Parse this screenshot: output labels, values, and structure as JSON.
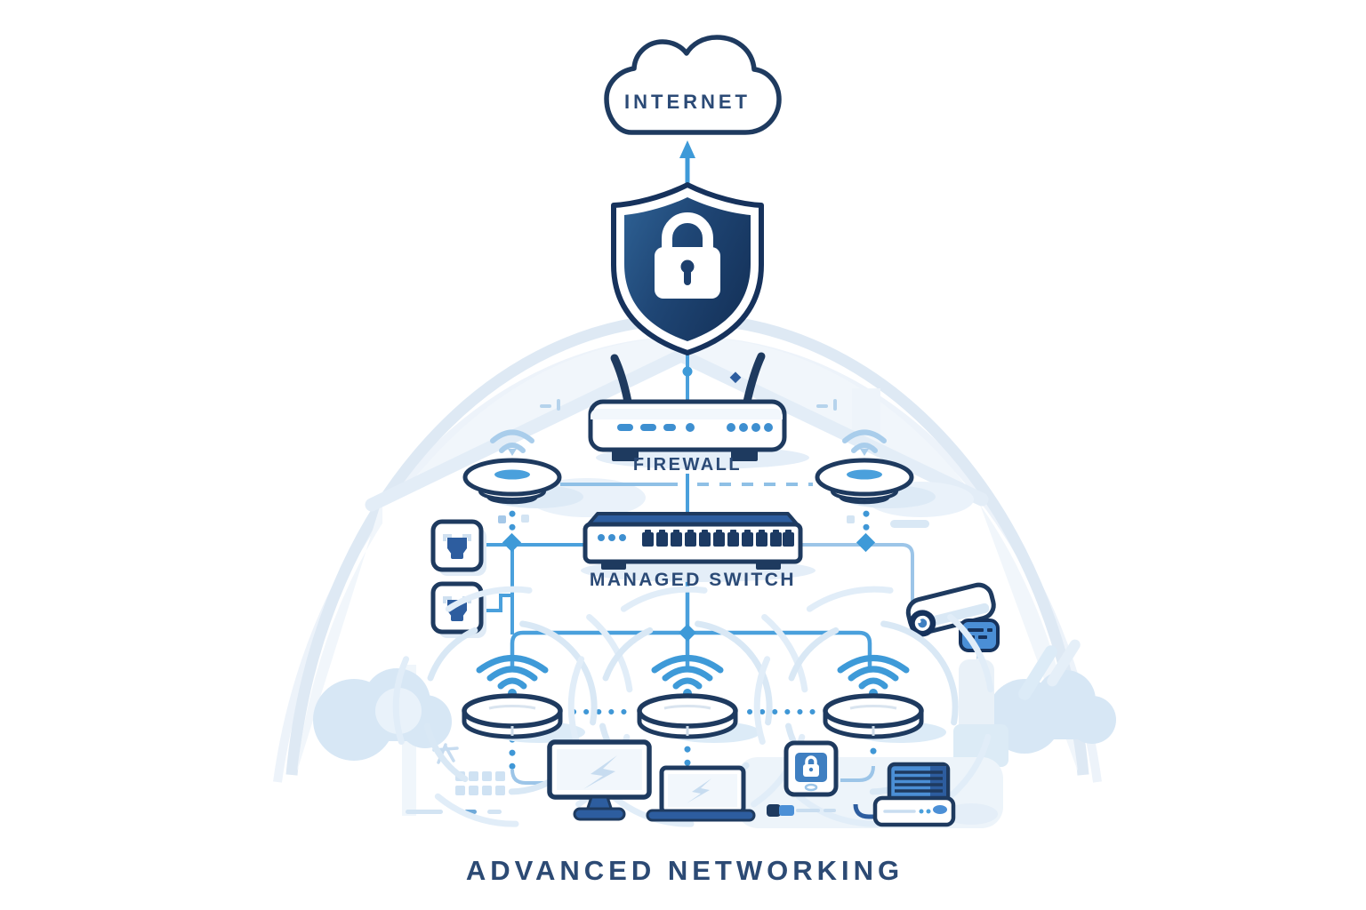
{
  "title": "ADVANCED NETWORKING",
  "diagram": {
    "internet": {
      "label": "INTERNET"
    },
    "firewall": {
      "label": "FIREWALL"
    },
    "switch": {
      "label": "MANAGED SWITCH"
    }
  },
  "theme": {
    "navy": "#1e3a5f",
    "textNavy": "#2b4a76",
    "titleNavy": "#2c4a74",
    "lineBlue": "#3f97d6",
    "lineLight": "#9cc5e8",
    "accentBlue": "#4b8fd6",
    "midBlue": "#2d5d9f",
    "paleBlue": "#d9e8f5",
    "shieldLight": "#2e6194",
    "shieldDark": "#16355e",
    "white": "#ffffff"
  }
}
